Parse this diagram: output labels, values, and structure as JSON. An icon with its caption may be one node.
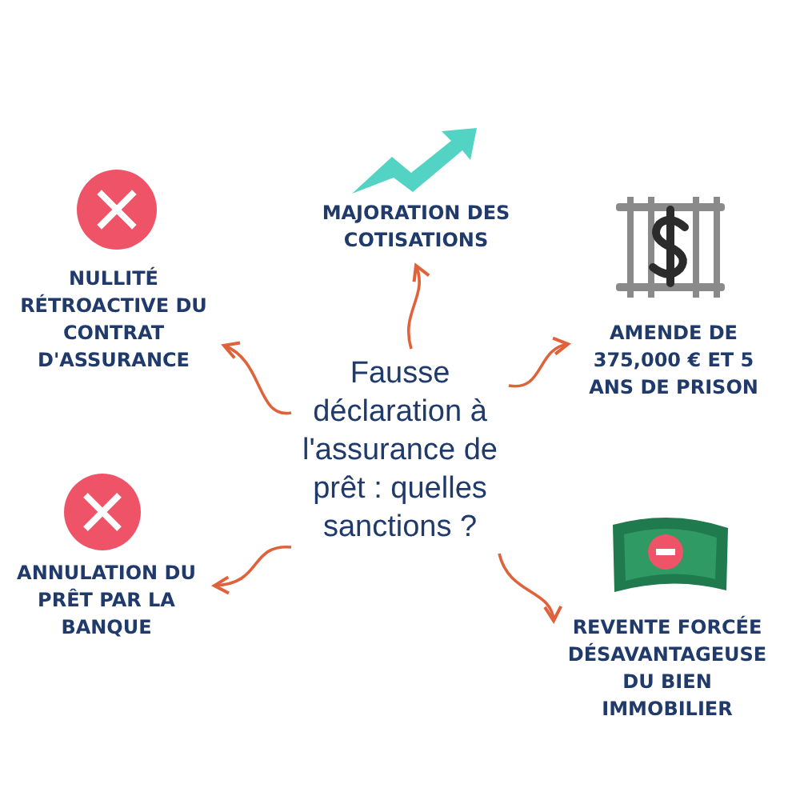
{
  "diagram": {
    "nodes": [
      {
        "text": [
          "Fausse déclaration à l'assurance de prêt : quelles sanctions ?"
        ]
      },
      {
        "text": [
          "NULLITÉ RÉTROACTIVE DU CONTRAT D'ASSURANCE"
        ]
      },
      {
        "text": [
          "MAJORATION DES COTISATIONS"
        ]
      },
      {
        "text": [
          "AMENDE DE 375,000 € ET 5 ANS DE PRISON"
        ]
      },
      {
        "text": [
          "ANNULATION DU PRÊT PAR LA BANQUE"
        ]
      },
      {
        "text": [
          "REVENTE FORCÉE DÉSAVANTAGEUSE DU BIEN IMMOBILIER"
        ]
      }
    ],
    "edges": [
      {
        "from": 0,
        "to": 1,
        "arrow": "to"
      },
      {
        "from": 0,
        "to": 2,
        "arrow": "to"
      },
      {
        "from": 0,
        "to": 3,
        "arrow": "to"
      },
      {
        "from": 0,
        "to": 4,
        "arrow": "to"
      },
      {
        "from": 0,
        "to": 5,
        "arrow": "to"
      }
    ]
  }
}
